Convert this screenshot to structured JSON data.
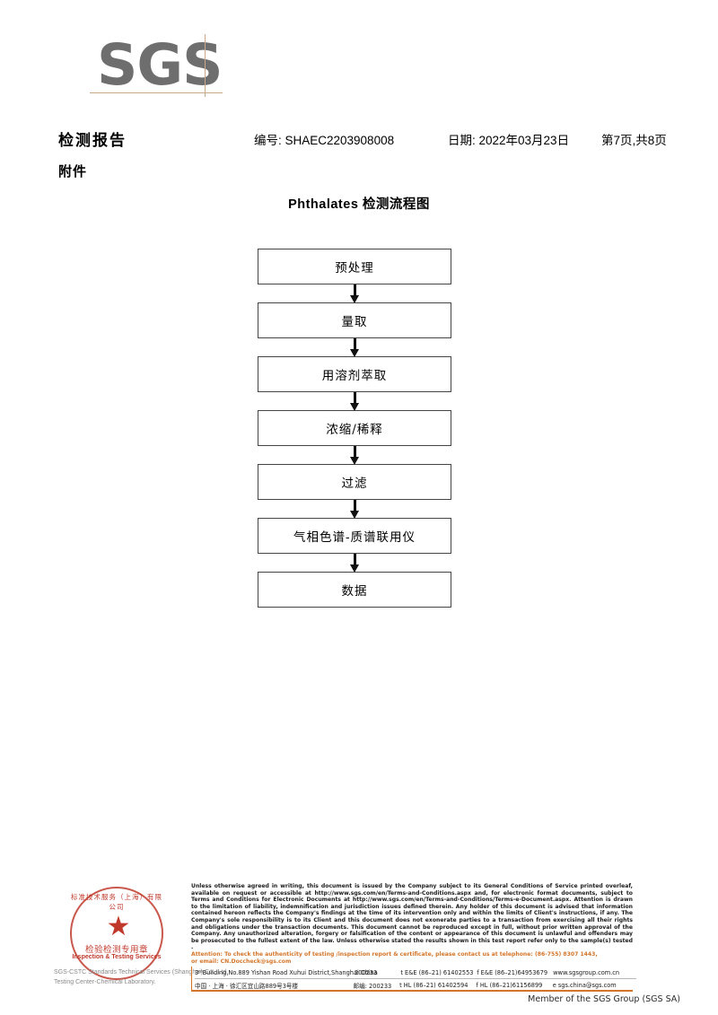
{
  "brand": {
    "logo_text": "SGS",
    "member_line": "Member of the SGS Group (SGS SA)"
  },
  "header": {
    "title": "检测报告",
    "report_no": "编号: SHAEC2203908008",
    "date": "日期: 2022年03月23日",
    "page": "第7页,共8页",
    "attachment_label": "附件"
  },
  "flowchart": {
    "title": "Phthalates 检测流程图",
    "steps": [
      {
        "label": "预处理"
      },
      {
        "label": "量取"
      },
      {
        "label": "用溶剂萃取"
      },
      {
        "label": "浓缩/稀释"
      },
      {
        "label": "过滤"
      },
      {
        "label": "气相色谱-质谱联用仪"
      },
      {
        "label": "数据"
      }
    ]
  },
  "stamp": {
    "arc_text": "标准技术服务（上海）有限公司",
    "star": "★",
    "cn_text": "检验检测专用章",
    "en_text": "Inspection & Testing Services",
    "footer_line1": "SGS-CSTC Standards Technical Services (Shanghai) Co., Ltd.",
    "footer_line2": "Testing Center-Chemical Laboratory."
  },
  "legal": {
    "paragraph": "Unless otherwise agreed in writing, this document is issued by the Company subject to its General Conditions of Service printed overleaf, available on request or accessible at http://www.sgs.com/en/Terms-and-Conditions.aspx and, for electronic format documents, subject to Terms and Conditions for Electronic Documents at http://www.sgs.com/en/Terms-and-Conditions/Terms-e-Document.aspx. Attention is drawn to the limitation of liability, indemnification and jurisdiction issues defined therein. Any holder of this document is advised that information contained hereon reflects the Company's findings at the time of its intervention only and within the limits of Client's instructions, if any. The Company's sole responsibility is to its Client and this document does not exonerate parties to a transaction from exercising all their rights and obligations under the transaction documents. This document cannot be reproduced except in full, without prior written approval of the Company. Any unauthorized alteration, forgery or falsification of the content or appearance of this document is unlawful and offenders may be prosecuted to the fullest extent of the law. Unless otherwise stated the results shown in this test report refer only to the sample(s) tested .",
    "attention_line1": "Attention: To check the authenticity of testing /inspection report & certificate, please contact us at telephone: (86-755) 8307 1443,",
    "attention_line2": "or email: CN.Doccheck@sgs.com"
  },
  "address": {
    "rows": [
      {
        "address": "3ʳᵈBuilding,No.889 Yishan Road Xuhui District,Shanghai China",
        "zip": "200233",
        "tel": "t E&E (86–21) 61402553",
        "fax": "f E&E (86–21)64953679",
        "web": "www.sgsgroup.com.cn"
      },
      {
        "address": "中国 · 上海 · 徐汇区宜山路889号3号楼",
        "zip": "邮编: 200233",
        "tel": "t HL (86–21) 61402594",
        "fax": "f HL (86–21)61156899",
        "web": "e sgs.china@sgs.com"
      }
    ]
  },
  "colors": {
    "logo_grey": "#6e6e6e",
    "logo_line": "#c8a98a",
    "stamp_red": "#c0392b",
    "attention_orange": "#d4762a"
  }
}
